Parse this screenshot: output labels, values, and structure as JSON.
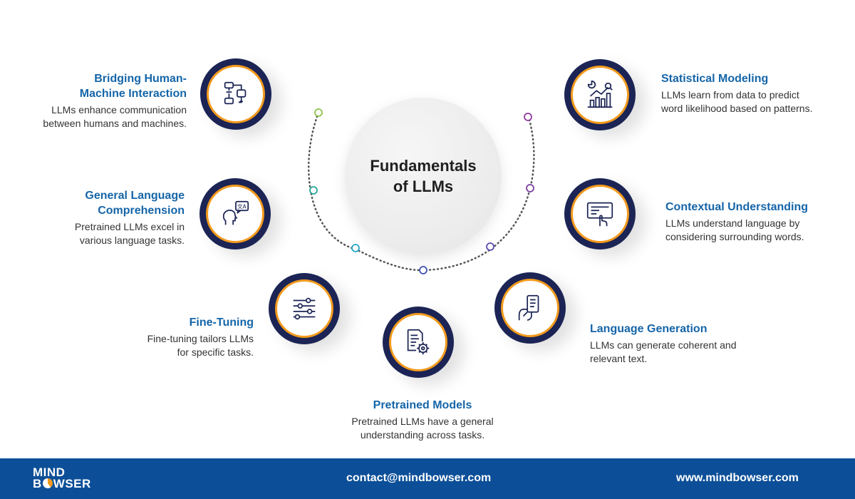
{
  "center": {
    "title_line1": "Fundamentals",
    "title_line2": "of LLMs"
  },
  "items": [
    {
      "title_line1": "Bridging Human-",
      "title_line2": "Machine Interaction",
      "desc_line1": "LLMs enhance communication",
      "desc_line2": "between humans and machines.",
      "icon": "flowchart-icon"
    },
    {
      "title_line1": "General Language",
      "title_line2": "Comprehension",
      "desc_line1": "Pretrained LLMs excel in",
      "desc_line2": "various language tasks.",
      "icon": "translate-head-icon"
    },
    {
      "title_line1": "Fine-Tuning",
      "title_line2": "",
      "desc_line1": "Fine-tuning tailors LLMs",
      "desc_line2": "for specific tasks.",
      "icon": "sliders-icon"
    },
    {
      "title_line1": "Pretrained Models",
      "title_line2": "",
      "desc_line1": "Pretrained LLMs have a general",
      "desc_line2": "understanding across tasks.",
      "icon": "document-gear-icon"
    },
    {
      "title_line1": "Language Generation",
      "title_line2": "",
      "desc_line1": "LLMs can generate coherent and",
      "desc_line2": "relevant text.",
      "icon": "text-generation-icon"
    },
    {
      "title_line1": "Contextual Understanding",
      "title_line2": "",
      "desc_line1": "LLMs understand language by",
      "desc_line2": "considering surrounding words.",
      "icon": "screen-touch-icon"
    },
    {
      "title_line1": "Statistical Modeling",
      "title_line2": "",
      "desc_line1": "LLMs learn from data to predict",
      "desc_line2": "word likelihood based on patterns.",
      "icon": "bar-chart-icon"
    }
  ],
  "footer": {
    "logo_line1": "MIND",
    "logo_line2_a": "B",
    "logo_line2_b": "WSER",
    "email": "contact@mindbowser.com",
    "website": "www.mindbowser.com"
  },
  "colors": {
    "node_fill": "#1b2454",
    "node_ring": "#f29a1d",
    "title": "#1565a8",
    "footer": "#0c4f98",
    "dot_colors": [
      "#8bc34a",
      "#26a69a",
      "#26a6c9",
      "#3f51b5",
      "#5c4db1",
      "#7b3fa0",
      "#8e3b9e"
    ]
  }
}
